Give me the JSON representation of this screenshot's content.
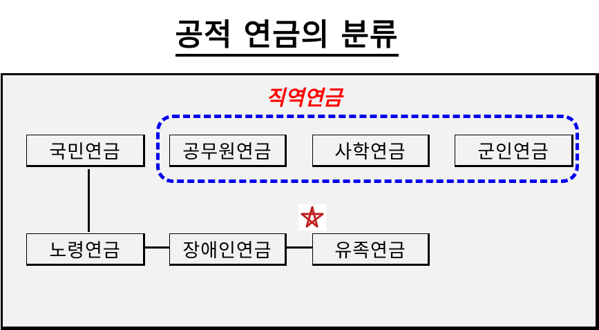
{
  "title": "공적 연금의 분류",
  "group_label": "직역연금",
  "boxes": {
    "national": "국민연금",
    "civil_servant": "공무원연금",
    "private_school": "사학연금",
    "military": "군인연금",
    "old_age": "노령연금",
    "disability": "장애인연금",
    "survivor": "유족연금"
  },
  "colors": {
    "group_label": "#ff0000",
    "dashed_border": "#0000ee",
    "panel_bg": "#f2f2f2",
    "star": "#b01818"
  },
  "icons": {
    "star": "star-icon"
  }
}
